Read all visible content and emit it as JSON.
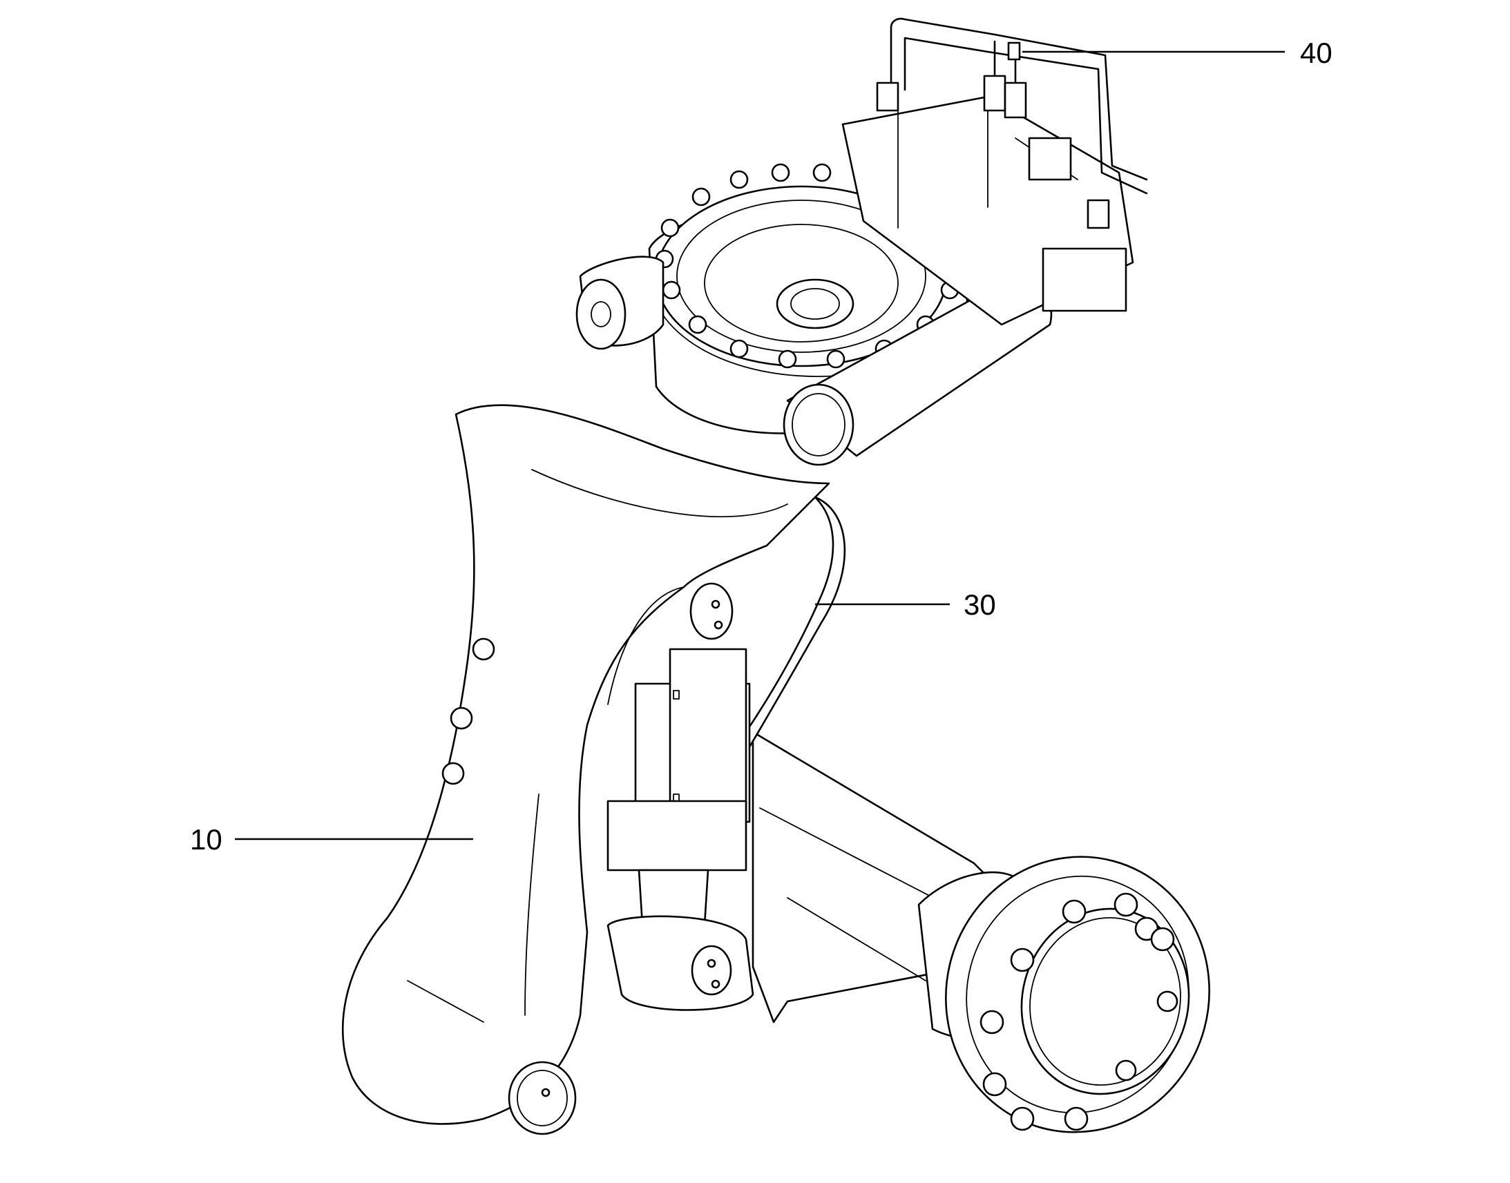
{
  "callouts": [
    {
      "id": "c10",
      "label": "10"
    },
    {
      "id": "c30",
      "label": "30"
    },
    {
      "id": "c40",
      "label": "40"
    }
  ],
  "colors": {
    "line": "#000000",
    "background": "#ffffff"
  }
}
